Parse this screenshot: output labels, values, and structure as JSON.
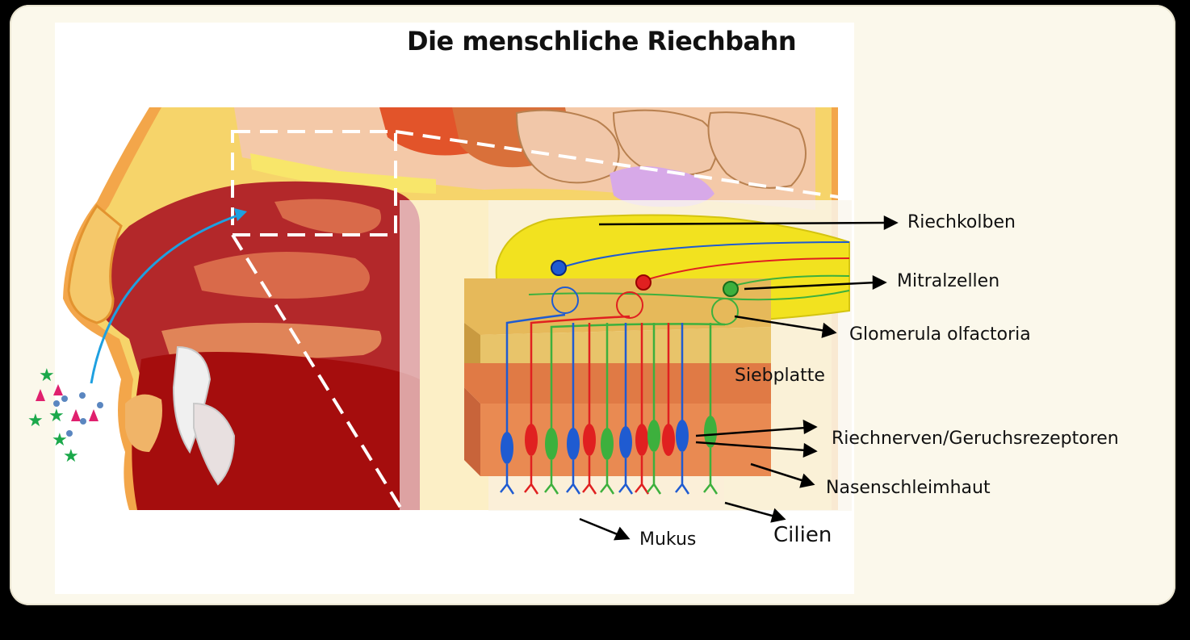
{
  "title": "Die menschliche Riechbahn",
  "labels": {
    "riechkolben": "Riechkolben",
    "mitralzellen": "Mitralzellen",
    "glomerula": "Glomerula olfactoria",
    "siebplatte": "Siebplatte",
    "riechnerven": "Riechnerven/Geruchsrezeptoren",
    "nasenschleimhaut": "Nasenschleimhaut",
    "mukus": "Mukus",
    "cilien": "Cilien"
  },
  "colors": {
    "background": "#000000",
    "frame": "#fbf8eb",
    "bulb": "#f2e21f",
    "cribriform": "#e8c46a",
    "mucosa": "#e98a52",
    "nerve_blue": "#1f5bd1",
    "nerve_red": "#e02020",
    "nerve_green": "#3db03d",
    "airflow": "#1ea0e0",
    "odor_star": "#1aa84a",
    "odor_triangle": "#e0206e",
    "odor_dot": "#5a86c0"
  }
}
